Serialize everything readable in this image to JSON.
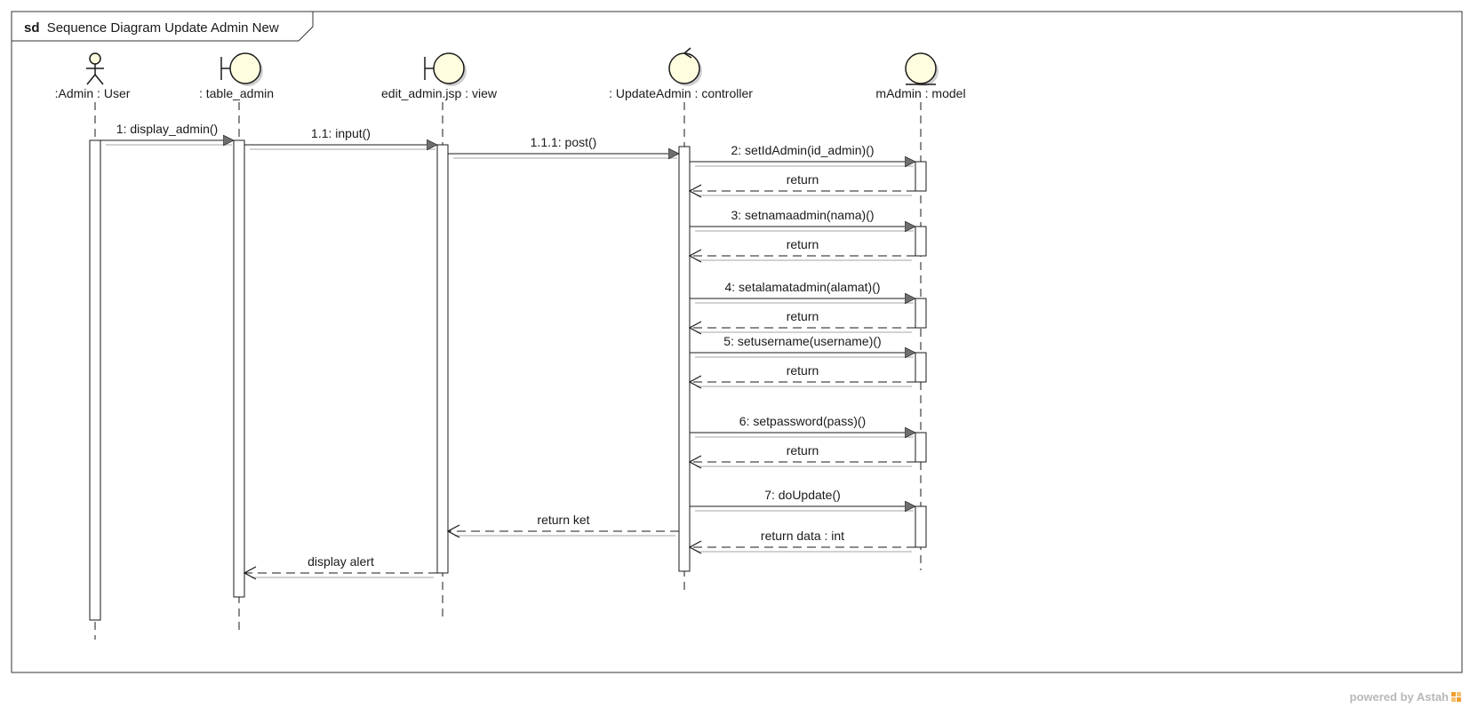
{
  "frame": {
    "keyword": "sd",
    "title": "Sequence Diagram Update Admin New"
  },
  "lifelines": [
    {
      "id": "admin",
      "kind": "actor",
      "label": ":Admin : User"
    },
    {
      "id": "table",
      "kind": "boundary",
      "label": ": table_admin"
    },
    {
      "id": "edit",
      "kind": "boundary",
      "label": "edit_admin.jsp : view"
    },
    {
      "id": "update",
      "kind": "control",
      "label": ": UpdateAdmin : controller"
    },
    {
      "id": "model",
      "kind": "entity",
      "label": "mAdmin : model"
    }
  ],
  "messages": [
    {
      "from": "admin",
      "to": "table",
      "type": "sync",
      "label": "1: display_admin()"
    },
    {
      "from": "table",
      "to": "edit",
      "type": "sync",
      "label": "1.1: input()"
    },
    {
      "from": "edit",
      "to": "update",
      "type": "sync",
      "label": "1.1.1: post()"
    },
    {
      "from": "update",
      "to": "model",
      "type": "sync",
      "label": "2: setIdAdmin(id_admin)()"
    },
    {
      "from": "model",
      "to": "update",
      "type": "return",
      "label": "return"
    },
    {
      "from": "update",
      "to": "model",
      "type": "sync",
      "label": "3: setnamaadmin(nama)()"
    },
    {
      "from": "model",
      "to": "update",
      "type": "return",
      "label": "return"
    },
    {
      "from": "update",
      "to": "model",
      "type": "sync",
      "label": "4: setalamatadmin(alamat)()"
    },
    {
      "from": "model",
      "to": "update",
      "type": "return",
      "label": "return"
    },
    {
      "from": "update",
      "to": "model",
      "type": "sync",
      "label": "5: setusername(username)()"
    },
    {
      "from": "model",
      "to": "update",
      "type": "return",
      "label": "return"
    },
    {
      "from": "update",
      "to": "model",
      "type": "sync",
      "label": "6: setpassword(pass)()"
    },
    {
      "from": "model",
      "to": "update",
      "type": "return",
      "label": "return"
    },
    {
      "from": "update",
      "to": "model",
      "type": "sync",
      "label": "7: doUpdate()"
    },
    {
      "from": "model",
      "to": "update",
      "type": "return",
      "label": "return data : int"
    },
    {
      "from": "update",
      "to": "edit",
      "type": "return",
      "label": "return ket"
    },
    {
      "from": "edit",
      "to": "table",
      "type": "return",
      "label": "display alert"
    }
  ],
  "footer": {
    "text": "powered by Astah",
    "accent_color": "#f0a030"
  },
  "colors": {
    "line": "#1a1a1a",
    "head_fill": "#fffde0",
    "arrow_fill": "#707070",
    "shadow": "#c8c8c8"
  }
}
